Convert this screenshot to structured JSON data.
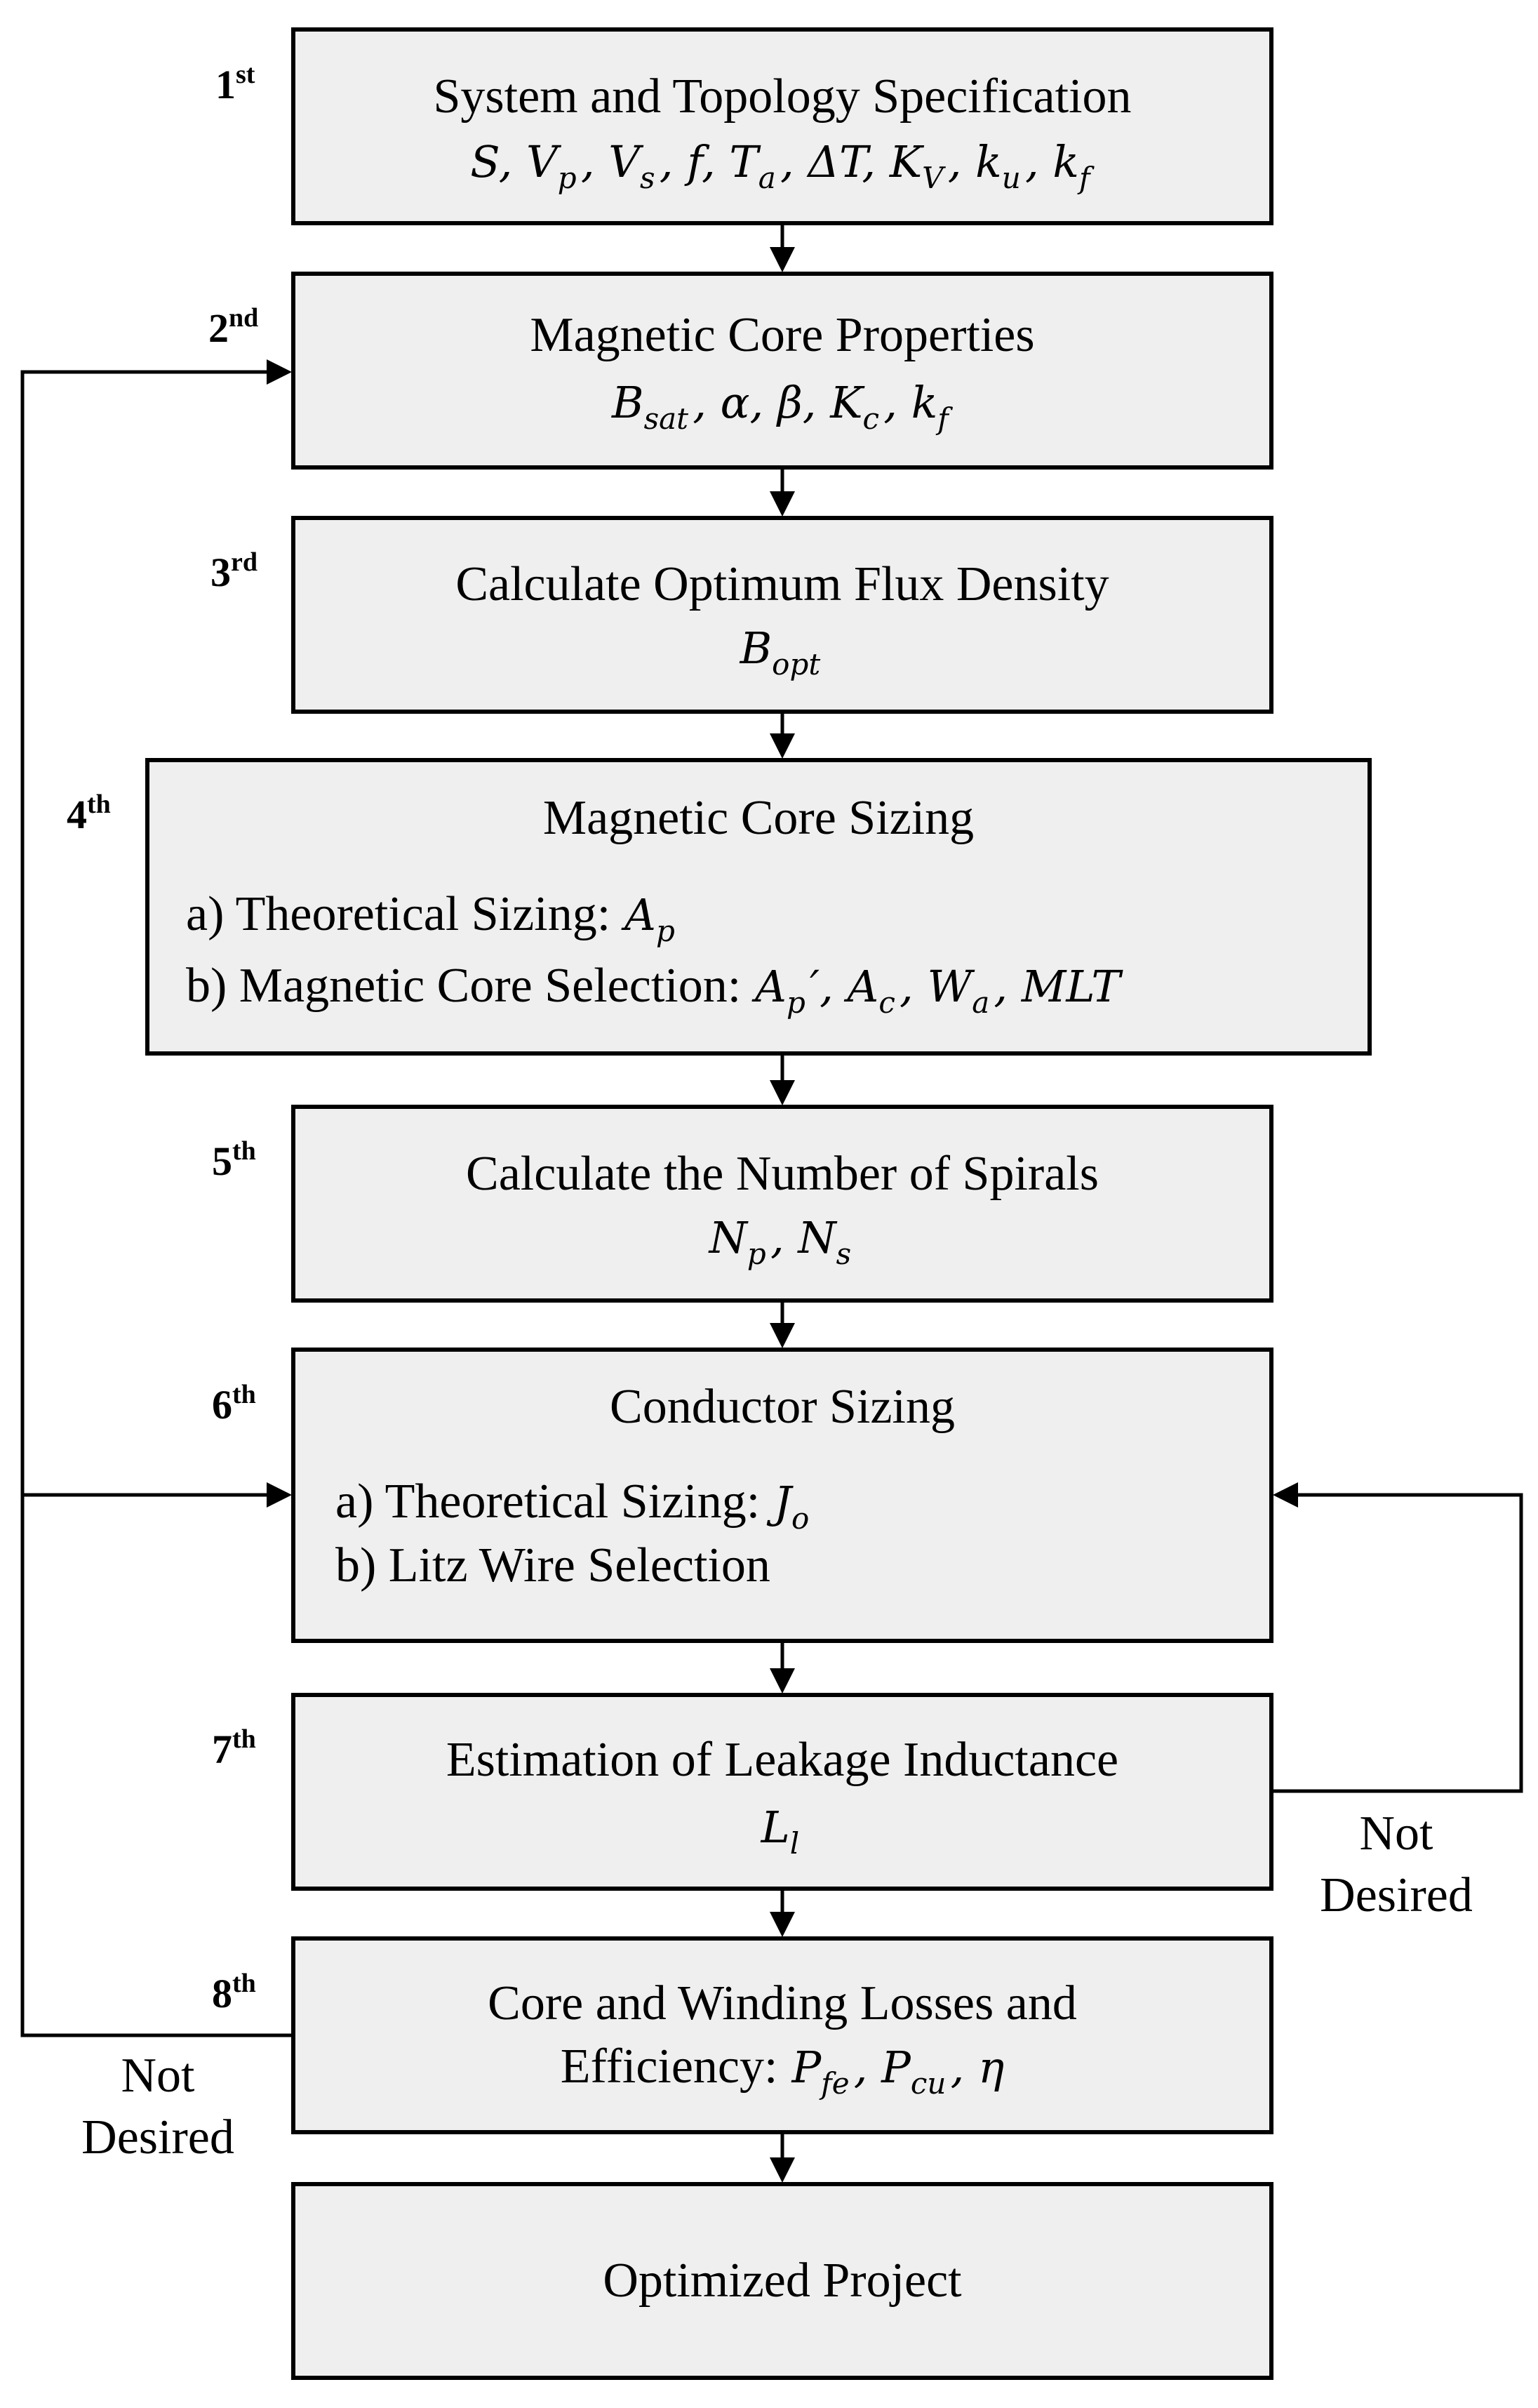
{
  "steps": [
    {
      "ordinal": "1",
      "ordinal_suffix": "st",
      "title": "System and Topology Specification",
      "math": [
        {
          "t": "S",
          "s": ""
        },
        {
          "t": ", ",
          "s": ""
        },
        {
          "t": "V",
          "s": "p"
        },
        {
          "t": ", ",
          "s": ""
        },
        {
          "t": "V",
          "s": "s"
        },
        {
          "t": ", ",
          "s": ""
        },
        {
          "t": "f",
          "s": ""
        },
        {
          "t": ", ",
          "s": ""
        },
        {
          "t": "T",
          "s": "a"
        },
        {
          "t": ", ",
          "s": ""
        },
        {
          "t": "ΔT",
          "s": ""
        },
        {
          "t": ", ",
          "s": ""
        },
        {
          "t": "K",
          "s": "V"
        },
        {
          "t": ", ",
          "s": ""
        },
        {
          "t": "k",
          "s": "u"
        },
        {
          "t": ", ",
          "s": ""
        },
        {
          "t": "k",
          "s": "f"
        }
      ]
    },
    {
      "ordinal": "2",
      "ordinal_suffix": "nd",
      "title": "Magnetic Core Properties",
      "math": [
        {
          "t": "B",
          "s": "sat"
        },
        {
          "t": ", ",
          "s": ""
        },
        {
          "t": "α",
          "s": ""
        },
        {
          "t": ", ",
          "s": ""
        },
        {
          "t": "β",
          "s": ""
        },
        {
          "t": ", ",
          "s": ""
        },
        {
          "t": "K",
          "s": "c"
        },
        {
          "t": ", ",
          "s": ""
        },
        {
          "t": "k",
          "s": "f"
        }
      ]
    },
    {
      "ordinal": "3",
      "ordinal_suffix": "rd",
      "title": "Calculate Optimum Flux Density",
      "math": [
        {
          "t": "B",
          "s": "opt"
        }
      ]
    },
    {
      "ordinal": "4",
      "ordinal_suffix": "th",
      "title": "Magnetic Core Sizing",
      "item_a": "a) Theoretical Sizing:",
      "item_a_math": [
        {
          "t": "A",
          "s": "p"
        }
      ],
      "item_b": "b) Magnetic Core Selection:",
      "item_b_math": [
        {
          "t": "A",
          "s": "p"
        },
        {
          "t": "′, ",
          "s": ""
        },
        {
          "t": "A",
          "s": "c"
        },
        {
          "t": ", ",
          "s": ""
        },
        {
          "t": "W",
          "s": "a"
        },
        {
          "t": ", ",
          "s": ""
        },
        {
          "t": "MLT",
          "s": ""
        }
      ]
    },
    {
      "ordinal": "5",
      "ordinal_suffix": "th",
      "title": "Calculate the Number of Spirals",
      "math": [
        {
          "t": "N",
          "s": "p"
        },
        {
          "t": ", ",
          "s": ""
        },
        {
          "t": "N",
          "s": "s"
        }
      ]
    },
    {
      "ordinal": "6",
      "ordinal_suffix": "th",
      "title": "Conductor Sizing",
      "item_a": "a) Theoretical Sizing:",
      "item_a_math": [
        {
          "t": "J",
          "s": "o"
        }
      ],
      "item_b": "b) Litz Wire Selection",
      "item_b_math": []
    },
    {
      "ordinal": "7",
      "ordinal_suffix": "th",
      "title": "Estimation of Leakage Inductance",
      "math": [
        {
          "t": "L",
          "s": "l"
        }
      ]
    },
    {
      "ordinal": "8",
      "ordinal_suffix": "th",
      "title": "Core and Winding Losses and",
      "line2": "Efficiency:",
      "line2_math": [
        {
          "t": "P",
          "s": "fe"
        },
        {
          "t": ", ",
          "s": ""
        },
        {
          "t": "P",
          "s": "cu"
        },
        {
          "t": ", ",
          "s": ""
        },
        {
          "t": "η",
          "s": ""
        }
      ]
    }
  ],
  "final": {
    "title": "Optimized Project"
  },
  "feedback": {
    "right_line1": "Not",
    "right_line2": "Desired",
    "left_line1": "Not",
    "left_line2": "Desired"
  }
}
